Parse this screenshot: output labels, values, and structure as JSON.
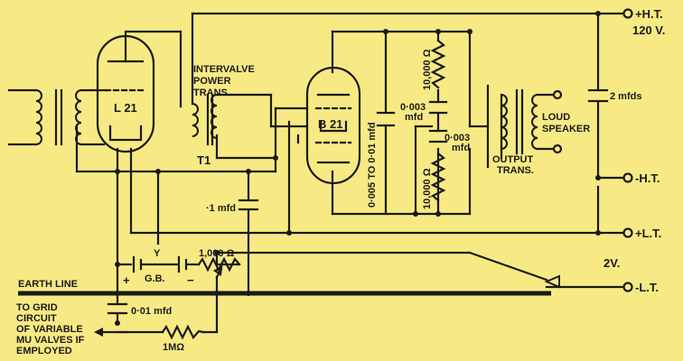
{
  "colors": {
    "background": "#f7ea84",
    "ink": "#1a1a1a"
  },
  "terminals": {
    "ht_plus": "+H.T.",
    "ht_voltage": "120 V.",
    "ht_minus": "-H.T.",
    "lt_plus": "+L.T.",
    "lt_voltage": "2V.",
    "lt_minus": "-L.T."
  },
  "valves": {
    "first": "L 21",
    "second": "B 21"
  },
  "transformers": {
    "intervalve_line1": "INTERVALVE",
    "intervalve_line2": "POWER",
    "intervalve_line3": "TRANS.",
    "intervalve_ref": "T1",
    "output_line1": "OUTPUT",
    "output_line2": "TRANS."
  },
  "speaker": {
    "line1": "LOUD",
    "line2": "SPEAKER"
  },
  "components": {
    "cap_hts": "2 mfds",
    "cap_01": "·1 mfd",
    "cap_bypass": "0·005 TO 0·01 mfd",
    "res_upper": "10,000 Ω",
    "res_lower": "10,000 Ω",
    "cap_upper_l1": "0·003",
    "cap_upper_l2": "mfd",
    "cap_lower_l1": "0·003",
    "cap_lower_l2": "mfd",
    "grid_bias_y": "Y",
    "grid_bias": "G.B.",
    "res_1000": "1,000 Ω",
    "plus_sign": "+",
    "minus_sign": "−",
    "cap_001": "0·01 mfd",
    "res_1m": "1MΩ"
  },
  "earth_line": "EARTH LINE",
  "note": {
    "line1": "TO GRID",
    "line2": "CIRCUIT",
    "line3": "OF VARIABLE",
    "line4": "MU VALVES IF",
    "line5": "EMPLOYED"
  }
}
